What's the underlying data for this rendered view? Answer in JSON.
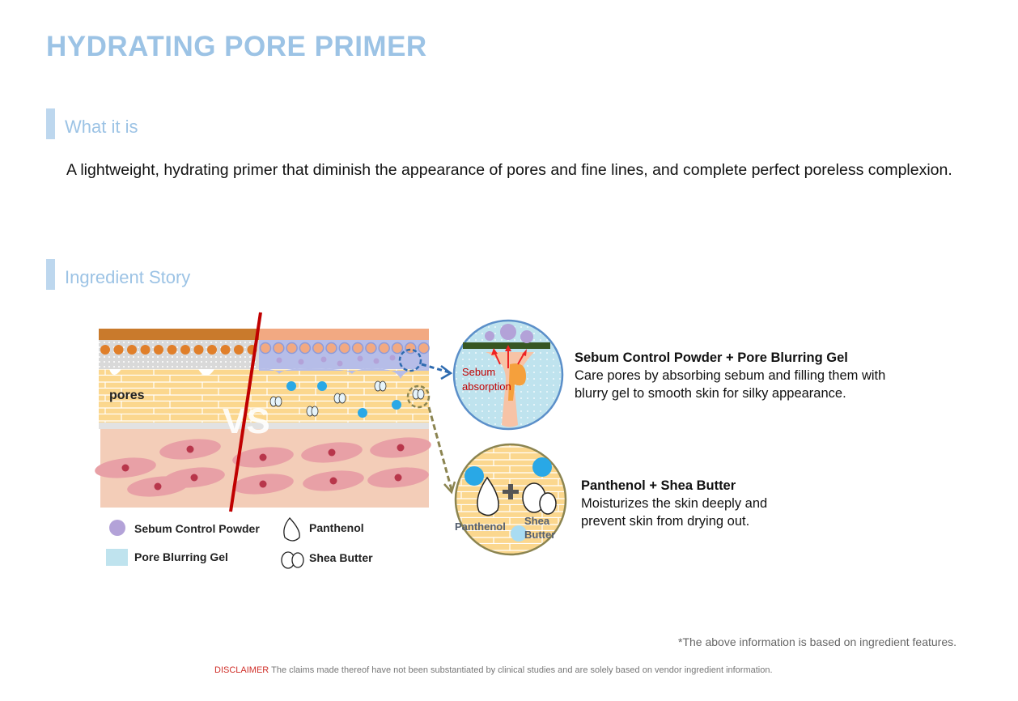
{
  "title": "HYDRATING PORE PRIMER",
  "what": {
    "heading": "What it is",
    "text": "A lightweight, hydrating primer that diminish the appearance of pores and fine lines, and complete perfect poreless complexion."
  },
  "story": {
    "heading": "Ingredient Story",
    "diagram": {
      "pores": "pores",
      "vs": "VS",
      "sebum1": "Sebum",
      "sebum2": "absorption",
      "panthenol_small": "Panthenol",
      "shea_small1": "Shea",
      "shea_small2": "Butter"
    },
    "legend": [
      "Sebum Control Powder",
      "Pore Blurring Gel",
      "Panthenol",
      "Shea Butter"
    ],
    "benefits": [
      {
        "title": "Sebum Control Powder + Pore Blurring Gel",
        "line1": "Care pores by absorbing sebum and filling them with",
        "line2": "blurry gel to smooth skin for silky appearance."
      },
      {
        "title": "Panthenol + Shea Butter",
        "line1": "Moisturizes the skin deeply and",
        "line2": "prevent skin from drying out."
      }
    ]
  },
  "note": "*The above information is based on ingredient features.",
  "disclaimer": {
    "label": "DISCLAIMER",
    "text": " The claims made thereof have not been substantiated by clinical studies and are solely based on vendor ingredient information."
  },
  "colors": {
    "title": "#9cc3e5",
    "accent_red": "#c00000"
  }
}
